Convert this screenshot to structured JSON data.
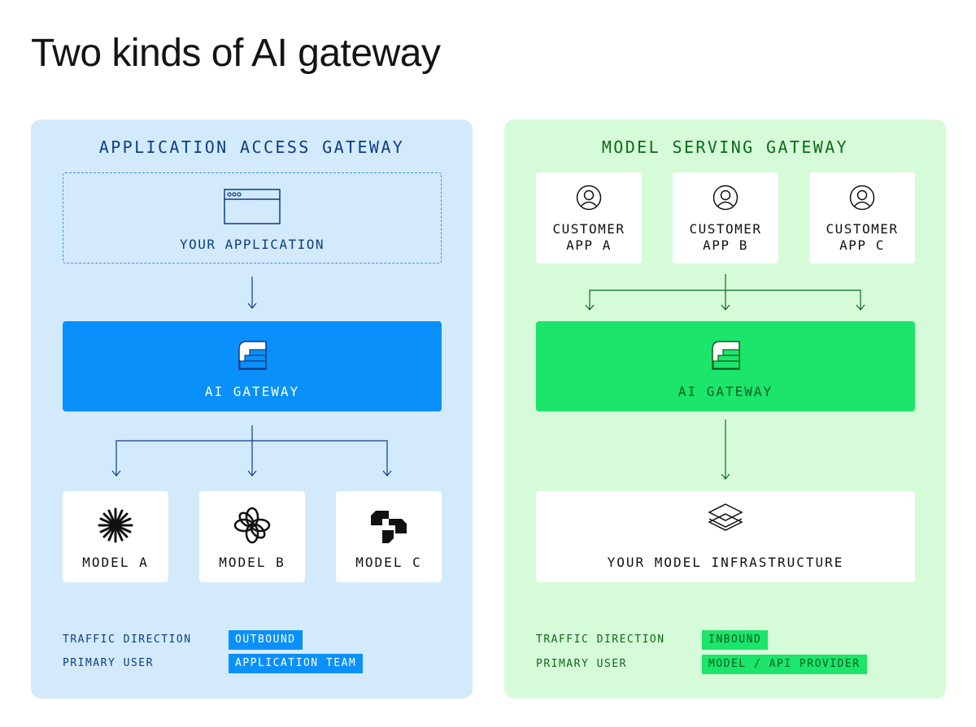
{
  "title": "Two kinds of AI gateway",
  "left_panel": {
    "title": "APPLICATION ACCESS GATEWAY",
    "app_label": "YOUR APPLICATION",
    "gateway_label": "AI GATEWAY",
    "models": [
      {
        "label": "MODEL A",
        "icon": "starburst-icon"
      },
      {
        "label": "MODEL B",
        "icon": "knot-icon"
      },
      {
        "label": "MODEL C",
        "icon": "blocks-icon"
      }
    ],
    "meta": [
      {
        "key": "TRAFFIC DIRECTION",
        "value": "OUTBOUND"
      },
      {
        "key": "PRIMARY USER",
        "value": "APPLICATION TEAM"
      }
    ],
    "colors": {
      "panel": "#d3eafc",
      "gateway": "#0a90fb",
      "text": "#0b3d86"
    }
  },
  "right_panel": {
    "title": "MODEL SERVING GATEWAY",
    "customers": [
      {
        "line1": "CUSTOMER",
        "line2": "APP A",
        "icon": "user-icon"
      },
      {
        "line1": "CUSTOMER",
        "line2": "APP B",
        "icon": "user-icon"
      },
      {
        "line1": "CUSTOMER",
        "line2": "APP C",
        "icon": "user-icon"
      }
    ],
    "gateway_label": "AI GATEWAY",
    "infra_label": "YOUR MODEL INFRASTRUCTURE",
    "meta": [
      {
        "key": "TRAFFIC DIRECTION",
        "value": "INBOUND"
      },
      {
        "key": "PRIMARY USER",
        "value": "MODEL / API PROVIDER"
      }
    ],
    "colors": {
      "panel": "#d6fbd8",
      "gateway": "#1be56b",
      "text": "#0c6a1a"
    }
  }
}
